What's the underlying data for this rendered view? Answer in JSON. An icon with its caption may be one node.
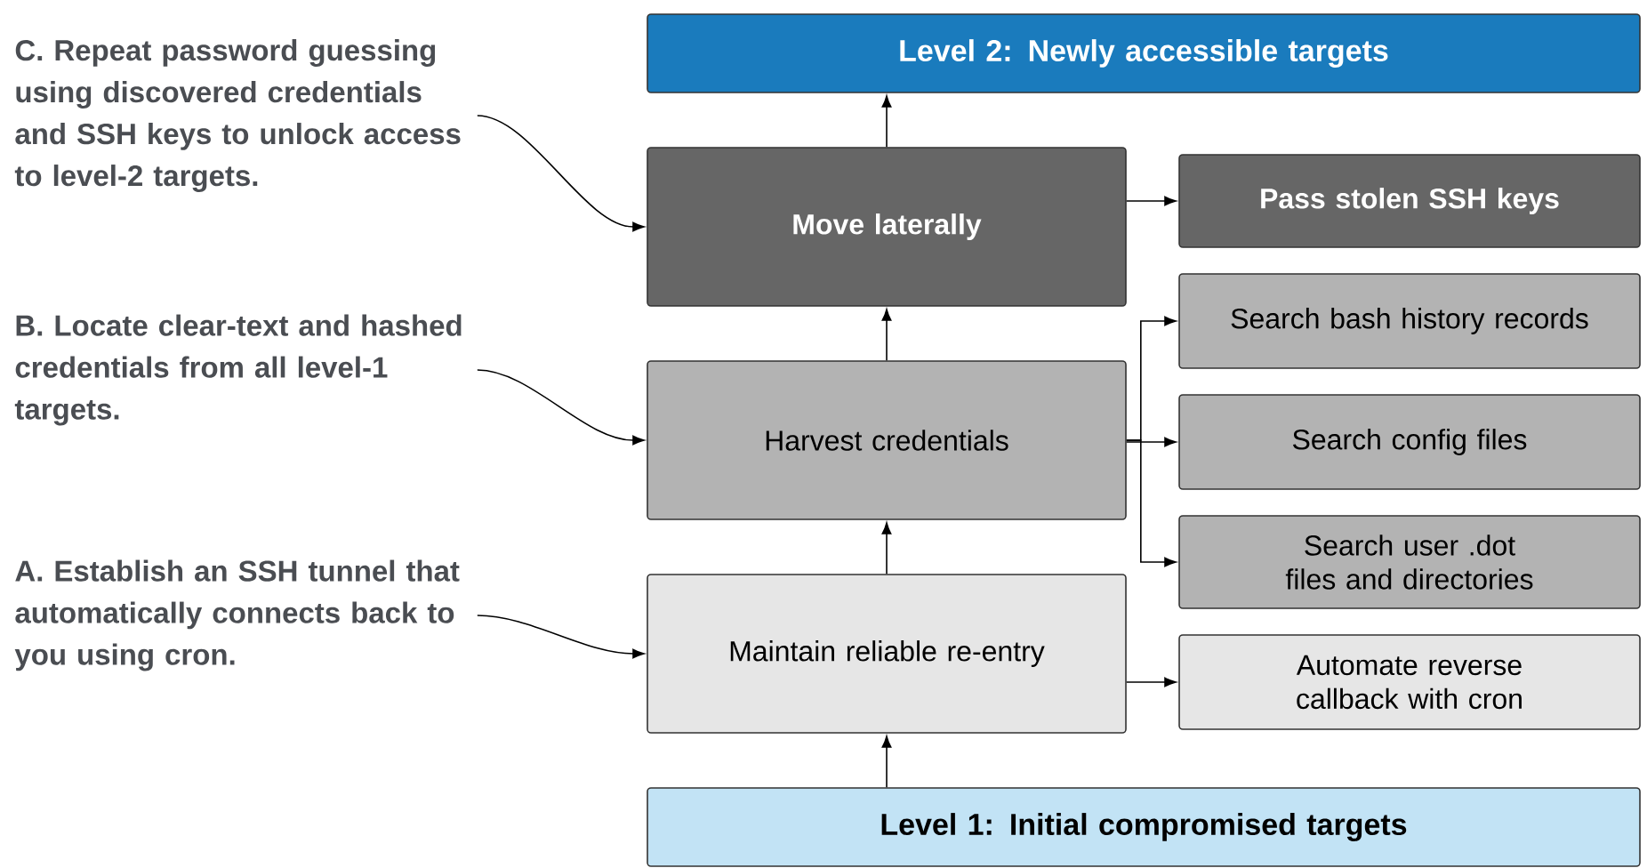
{
  "diagram": {
    "nodes": [
      {
        "text": [
          "Level 2: Newly accessible targets"
        ]
      },
      {
        "text": [
          "C. Repeat password guessing using discovered credentials and SSH keys to unlock access to level-2 targets."
        ]
      },
      {
        "text": [
          "Move laterally"
        ]
      },
      {
        "text": [
          "Pass stolen SSH keys"
        ]
      },
      {
        "text": [
          "B. Locate clear-text and hashed credentials from all level-1 targets."
        ]
      },
      {
        "text": [
          "Search bash history records"
        ]
      },
      {
        "text": [
          "Harvest credentials"
        ]
      },
      {
        "text": [
          "Search config files"
        ]
      },
      {
        "text": [
          "Search user .dot files and directories"
        ]
      },
      {
        "text": [
          "A. Establish an SSH tunnel that automatically connects back to you using cron."
        ]
      },
      {
        "text": [
          "Maintain reliable re-entry"
        ]
      },
      {
        "text": [
          "Automate reverse callback with cron"
        ]
      },
      {
        "text": [
          "Level 1: Initial compromised targets"
        ]
      }
    ],
    "edges": [
      {
        "from": 12,
        "to": 10,
        "arrow": "to"
      },
      {
        "from": 10,
        "to": 6,
        "arrow": "to"
      },
      {
        "from": 6,
        "to": 2,
        "arrow": "to"
      },
      {
        "from": 2,
        "to": 0,
        "arrow": "to"
      },
      {
        "from": 2,
        "to": 3,
        "arrow": "to"
      },
      {
        "from": 6,
        "to": 5,
        "arrow": "to"
      },
      {
        "from": 6,
        "to": 7,
        "arrow": "to"
      },
      {
        "from": 6,
        "to": 8,
        "arrow": "to"
      },
      {
        "from": 10,
        "to": 11,
        "arrow": "to"
      },
      {
        "from": 1,
        "to": 2,
        "arrow": "to"
      },
      {
        "from": 4,
        "to": 6,
        "arrow": "to"
      },
      {
        "from": 9,
        "to": 10,
        "arrow": "to"
      }
    ]
  }
}
